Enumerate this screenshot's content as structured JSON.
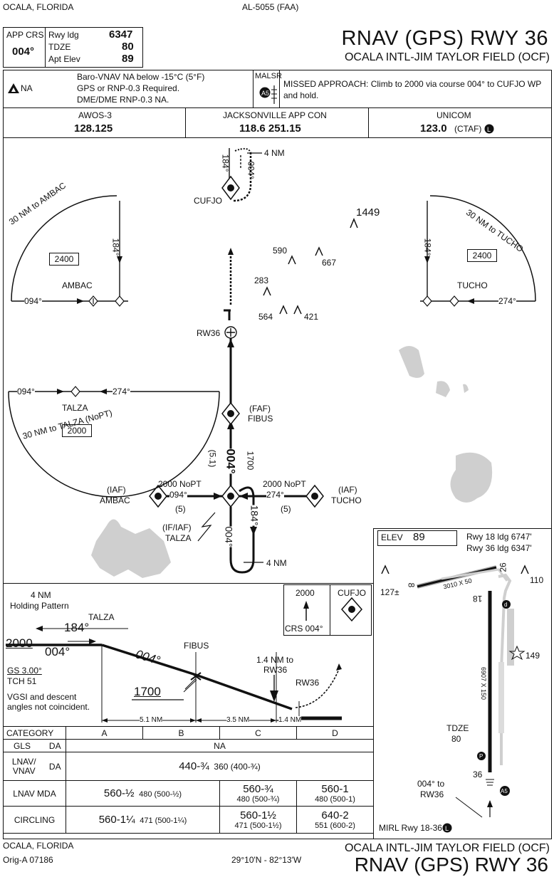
{
  "header": {
    "location": "OCALA, FLORIDA",
    "chart_id": "AL-5055 (FAA)",
    "procedure_title": "RNAV (GPS) RWY 36",
    "airport_name": "OCALA INTL-JIM TAYLOR FIELD (OCF)",
    "app_crs_label": "APP CRS",
    "app_crs_value": "004°",
    "rwy_ldg_label": "Rwy ldg",
    "rwy_ldg_value": "6347",
    "tdze_label": "TDZE",
    "tdze_value": "80",
    "apt_elev_label": "Apt Elev",
    "apt_elev_value": "89"
  },
  "notes": {
    "alternate_label": "NA",
    "line1": "Baro-VNAV NA below -15°C (5°F)",
    "line2": "GPS or RNP-0.3 Required.",
    "line3": "DME/DME RNP-0.3 NA.",
    "lighting": "MALSR",
    "missed_approach": "MISSED APPROACH: Climb to 2000 via course 004° to CUFJO WP and hold."
  },
  "comms": {
    "awos_label": "AWOS-3",
    "awos_freq": "128.125",
    "app_label": "JACKSONVILLE APP CON",
    "app_freq": "118.6 251.15",
    "unicom_label": "UNICOM",
    "unicom_freq": "123.0",
    "unicom_note": "(CTAF)"
  },
  "plan": {
    "cufjo": "CUFJO",
    "hold_4nm": "4 NM",
    "hold_184": "184°",
    "hold_004": "004°",
    "ambac_arc": "30 NM to AMBAC",
    "tucho_arc": "30 NM to TUCHO",
    "talza_arc": "30 NM to TALZA (NoPT)",
    "msa_2400": "2400",
    "msa_2000": "2000",
    "ambac": "AMBAC",
    "tucho": "TUCHO",
    "talza": "TALZA",
    "c094": "094°",
    "c274": "274°",
    "c184": "184°",
    "obs_1449": "1449",
    "obs_590": "590",
    "obs_667": "667",
    "obs_283": "283",
    "obs_564": "564",
    "obs_421": "421",
    "rw36": "RW36",
    "faf": "(FAF)",
    "fibus": "FIBUS",
    "alt_1700": "1700",
    "dist_51": "(5.1)",
    "final_004": "004°",
    "iaf": "(IAF)",
    "ambac_iaf": "AMBAC",
    "tucho_iaf": "TUCHO",
    "nopt_2000": "2000 NoPT",
    "dist_5": "(5)",
    "if_iaf": "(IF/IAF)",
    "talza_if": "TALZA",
    "bottom_4nm": "4 NM"
  },
  "airport": {
    "elev_label": "ELEV",
    "elev_value": "89",
    "rwy18": "Rwy 18 ldg 6747'",
    "rwy36": "Rwy 36 ldg 6347'",
    "r8": "8",
    "r26": "26",
    "r18": "18",
    "r36": "36",
    "r110": "110",
    "r127": "127±",
    "r149": "149",
    "dim1": "3010 X 50",
    "dim2": "6907 X 150",
    "tdze_label": "TDZE",
    "tdze_value": "80",
    "crs_note1": "004° to",
    "crs_note2": "RW36",
    "mirl": "MIRL Rwy 18-36"
  },
  "profile": {
    "holding1": "4 NM",
    "holding2": "Holding Pattern",
    "talza": "TALZA",
    "alt_2000": "2000",
    "crs_184": "184°",
    "crs_004": "004°",
    "gs": "GS 3.00°",
    "tch": "TCH 51",
    "vgsi1": "VGSI and descent",
    "vgsi2": "angles not coincident.",
    "fibus": "FIBUS",
    "final_crs": "004°",
    "alt_1700": "1700",
    "to1": "1.4 NM to",
    "to2": "RW36",
    "rw36": "RW36",
    "d1": "5.1 NM",
    "d2": "3.5 NM",
    "d3": "1.4 NM",
    "ma_alt": "2000",
    "ma_fix": "CUFJO",
    "ma_crs": "CRS 004°"
  },
  "minimums": {
    "category": "CATEGORY",
    "cats": [
      "A",
      "B",
      "C",
      "D"
    ],
    "gls": "GLS",
    "da": "DA",
    "gls_value": "NA",
    "lnav_vnav": "LNAV/ VNAV",
    "lnav_vnav_da": "DA",
    "lnav_vnav_value": "440-¾",
    "lnav_vnav_sub": "360 (400-¾)",
    "lnav_mda": "LNAV MDA",
    "lnav_ab": "560-½",
    "lnav_ab_sub": "480 (500-½)",
    "lnav_c": "560-¾",
    "lnav_c_sub": "480 (500-¾)",
    "lnav_d": "560-1",
    "lnav_d_sub": "480 (500-1)",
    "circling": "CIRCLING",
    "circ_ab": "560-1¼",
    "circ_ab_sub": "471 (500-1¼)",
    "circ_c": "560-1½",
    "circ_c_sub": "471 (500-1½)",
    "circ_d": "640-2",
    "circ_d_sub": "551 (600-2)"
  },
  "footer": {
    "location": "OCALA, FLORIDA",
    "amendment": "Orig-A 07186",
    "coords": "29°10'N - 82°13'W",
    "airport_name": "OCALA INTL-JIM TAYLOR FIELD (OCF)",
    "procedure_title": "RNAV (GPS) RWY 36"
  }
}
